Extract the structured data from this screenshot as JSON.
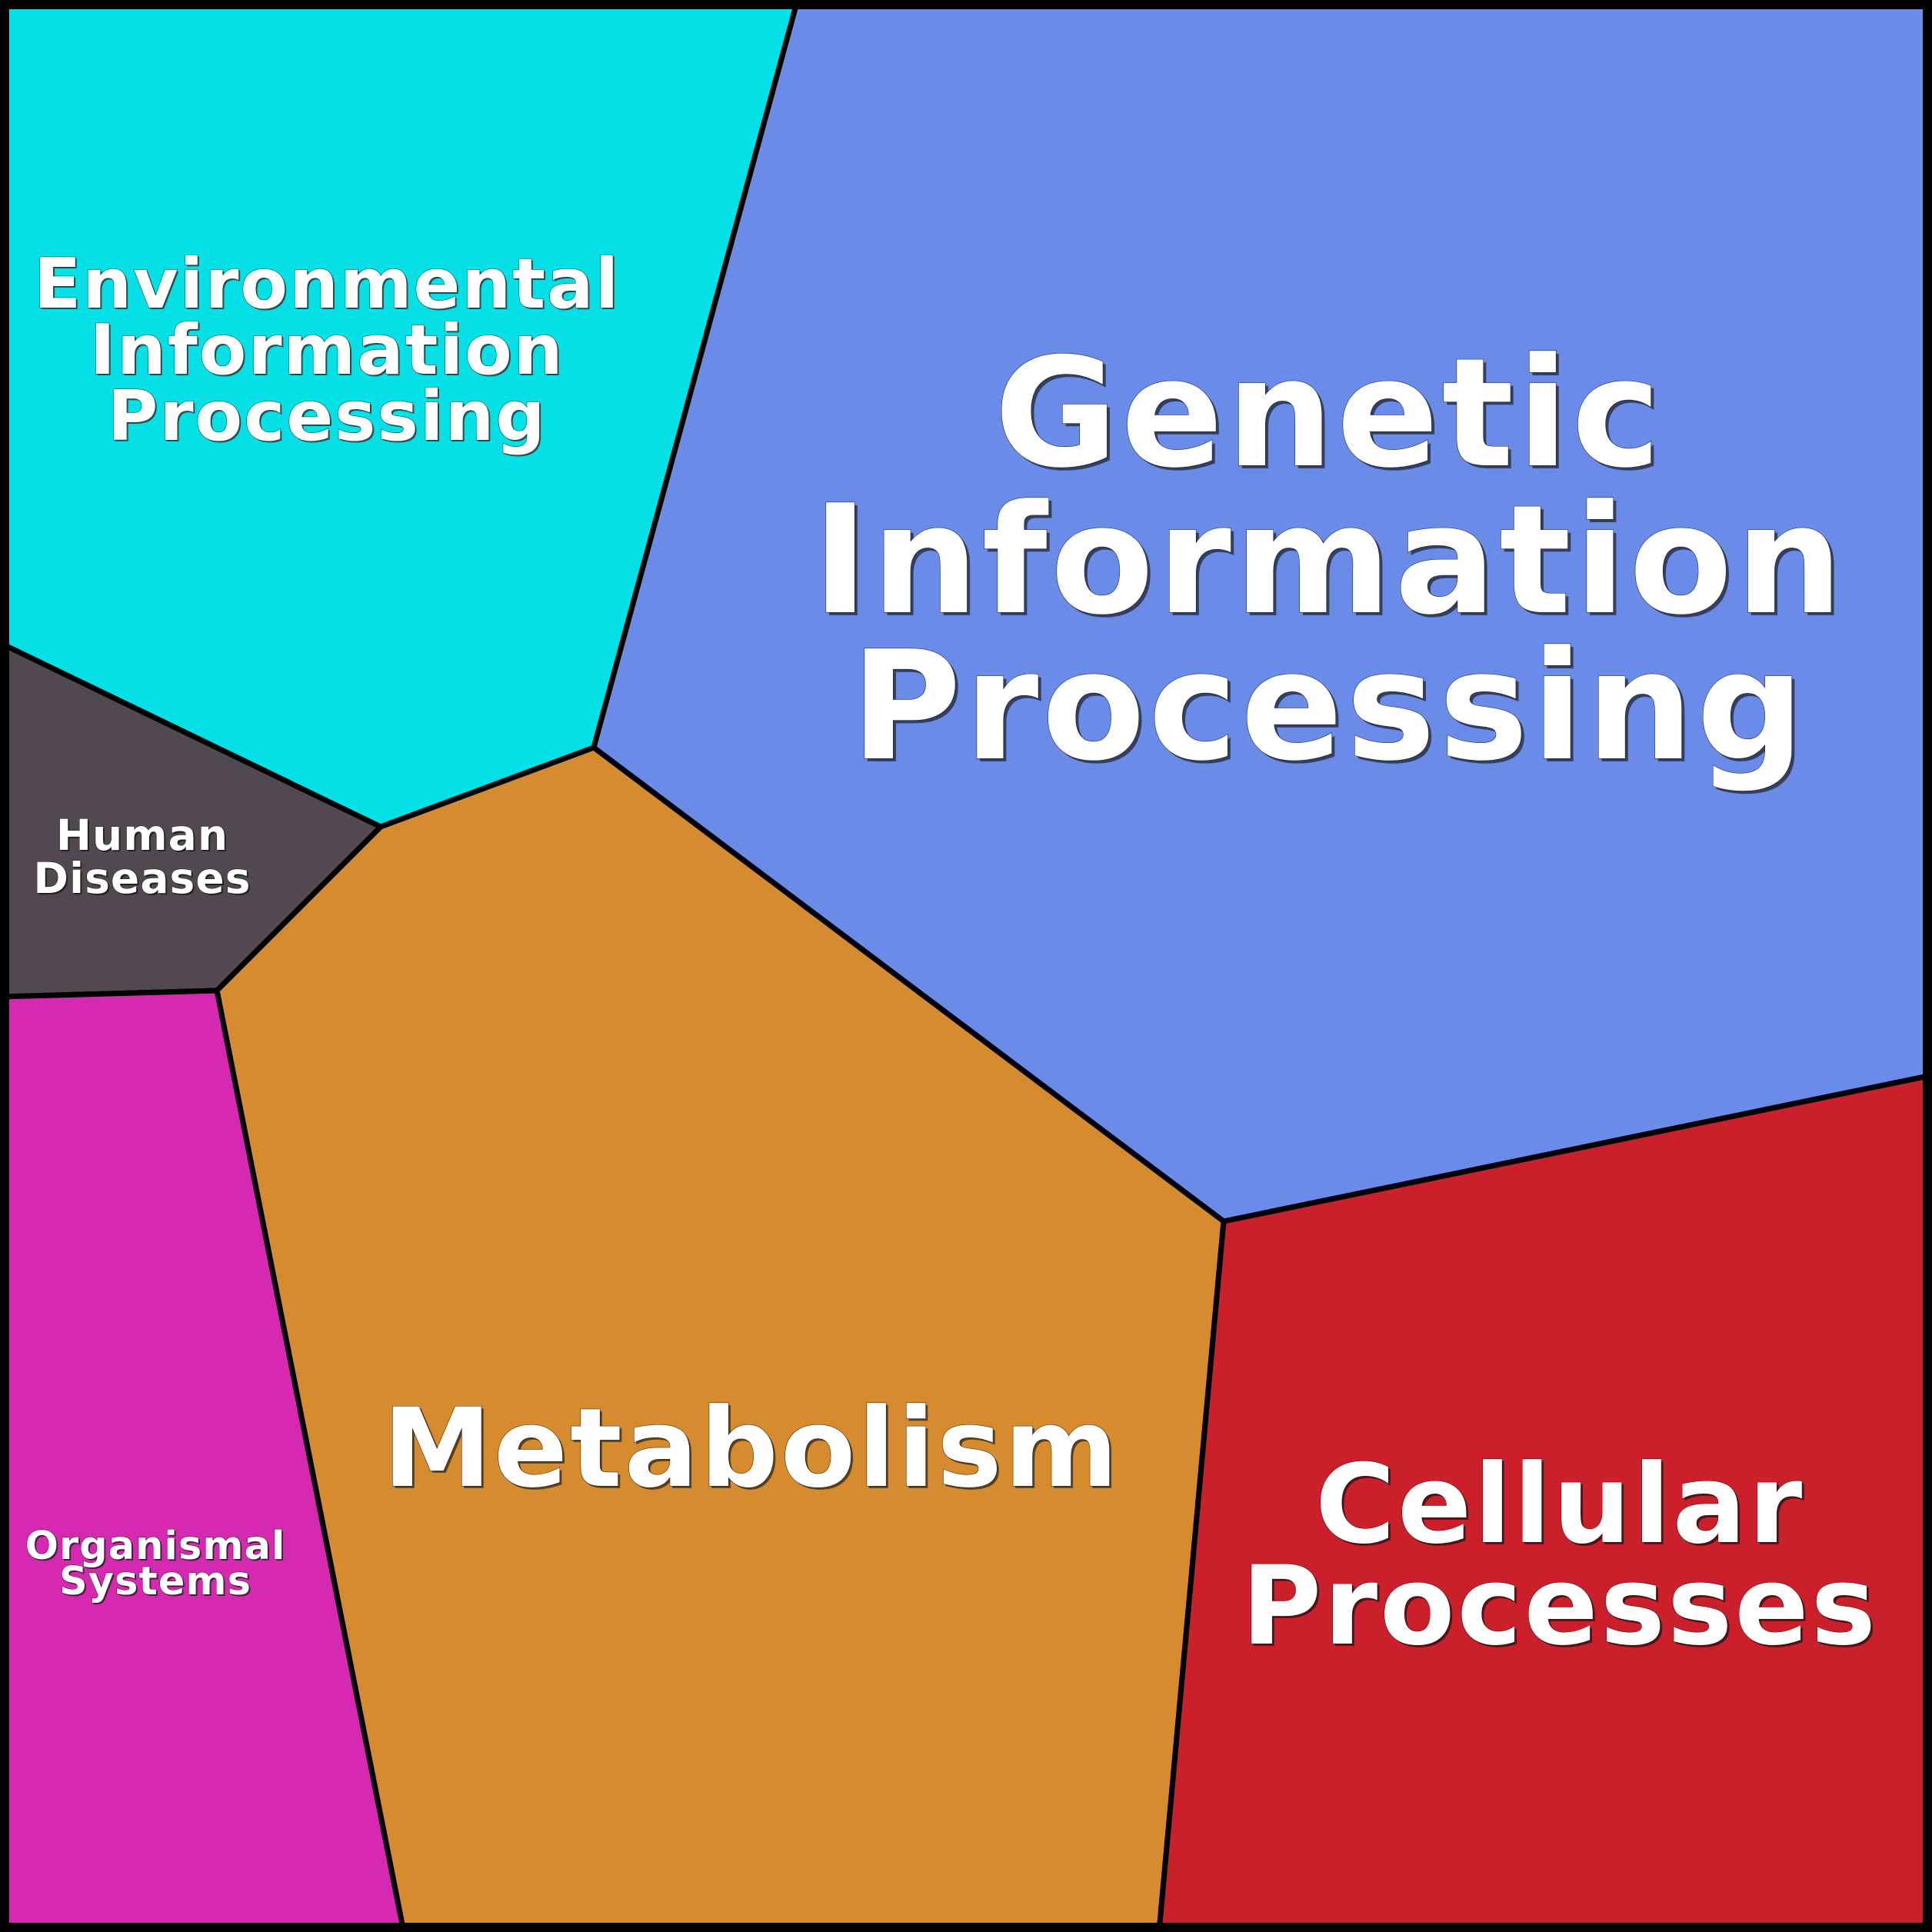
{
  "diagram": {
    "type": "voronoi-treemap",
    "regions": [
      {
        "id": "environmental",
        "label_lines": [
          "Environmental",
          "Information",
          "Processing"
        ],
        "color": "#05DFE6"
      },
      {
        "id": "genetic",
        "label_lines": [
          "Genetic",
          "Information",
          "Processing"
        ],
        "color": "#6A8BE7"
      },
      {
        "id": "human-diseases",
        "label_lines": [
          "Human",
          "Diseases"
        ],
        "color": "#524950"
      },
      {
        "id": "metabolism",
        "label_lines": [
          "Metabolism"
        ],
        "color": "#D58B2E"
      },
      {
        "id": "organismal",
        "label_lines": [
          "Organismal",
          "Systems"
        ],
        "color": "#D629B1"
      },
      {
        "id": "cellular",
        "label_lines": [
          "Cellular",
          "Processes"
        ],
        "color": "#CC1F2C"
      }
    ],
    "border_color": "#000000",
    "label_color": "#FFFFFF"
  }
}
